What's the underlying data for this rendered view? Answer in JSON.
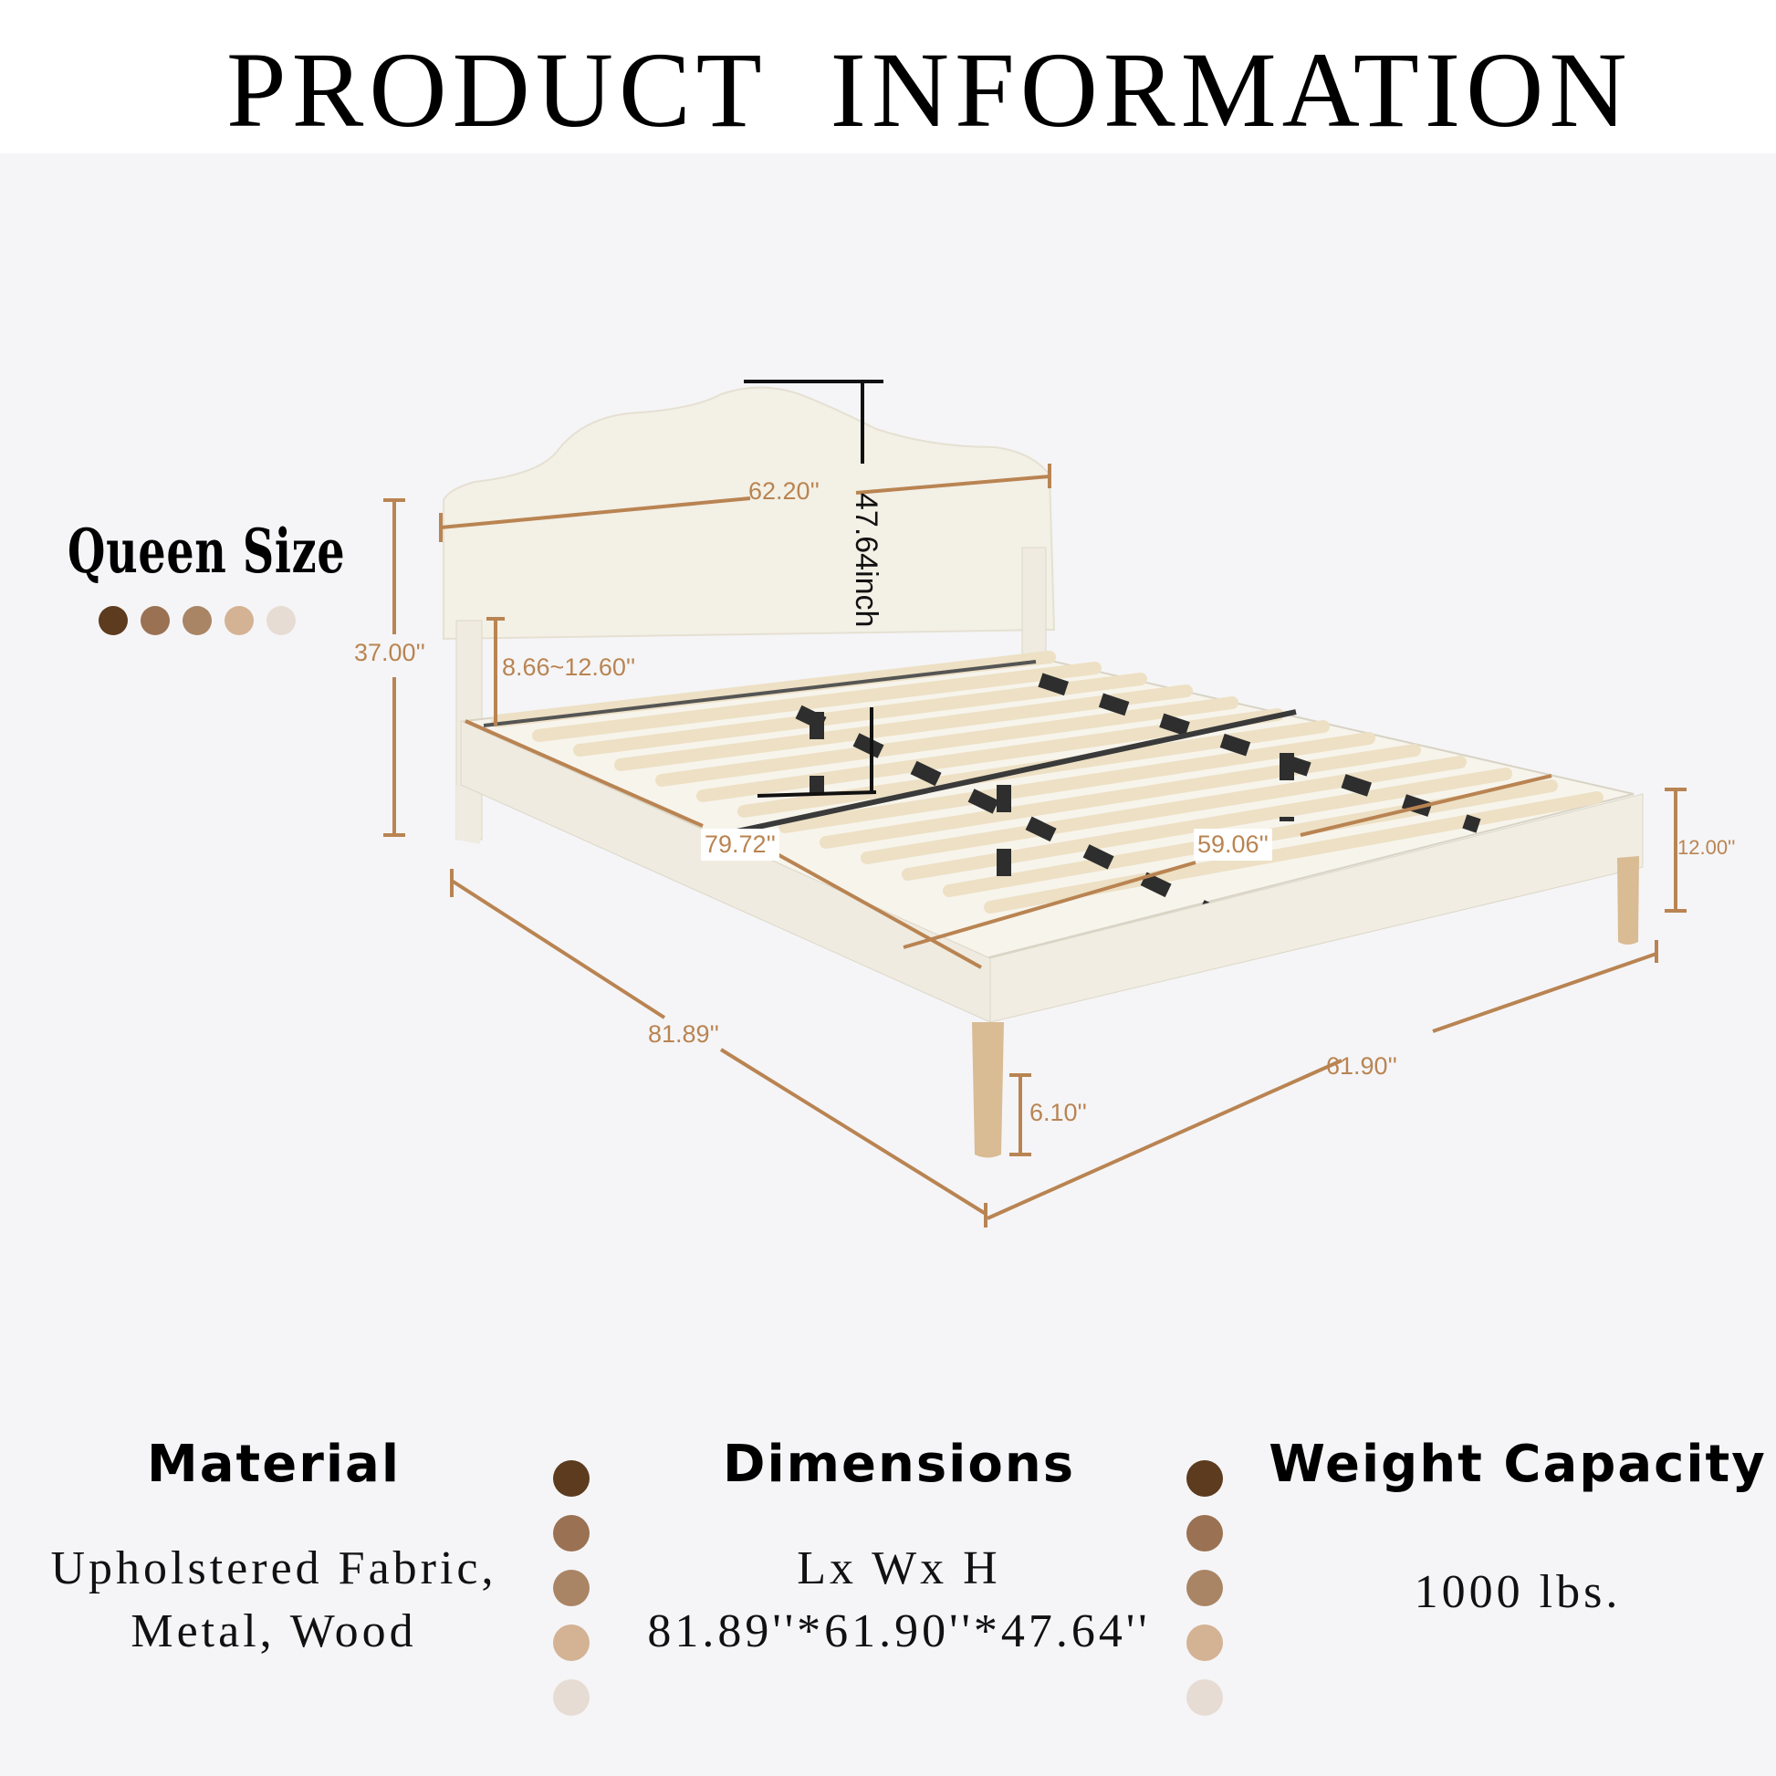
{
  "header": {
    "title": "PRODUCT  INFORMATION"
  },
  "size_badge": {
    "label": "Queen Size",
    "swatches": [
      "#5c3b1e",
      "#9a7152",
      "#a98565",
      "#d4b294",
      "#e6dcd3"
    ]
  },
  "diagram": {
    "headboard_width": "62.20''",
    "total_height": "47.64inch",
    "headboard_height": "37.00''",
    "headboard_gap": "8.66~12.60''",
    "inner_length": "79.72''",
    "inner_width": "59.06''",
    "side_rail_height": "12.00''",
    "overall_length": "81.89''",
    "overall_width": "61.90''",
    "leg_height": "6.10''",
    "accent_color": "#b98452"
  },
  "info": {
    "material": {
      "heading": "Material",
      "lines": [
        "Upholstered Fabric,",
        "Metal, Wood"
      ]
    },
    "dimensions": {
      "heading": "Dimensions",
      "lines": [
        "Lx Wx H",
        "81.89''*61.90''*47.64''"
      ]
    },
    "weight": {
      "heading": "Weight Capacity",
      "lines": [
        "1000 lbs."
      ]
    }
  }
}
